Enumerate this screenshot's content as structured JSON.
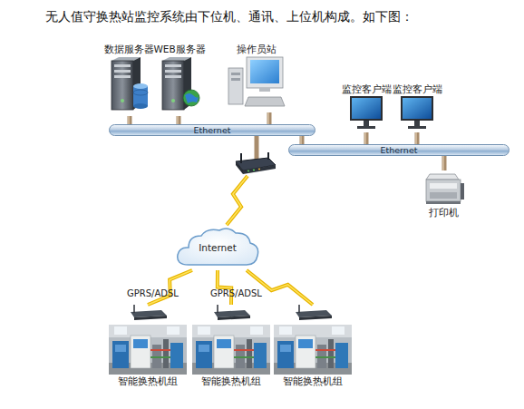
{
  "diagram": {
    "title": "无人值守换热站监控系统由下位机、通讯、上位机构成。如下图：",
    "nodes": [
      {
        "text": [
          "数据服务器"
        ]
      },
      {
        "text": [
          "WEB服务器"
        ]
      },
      {
        "text": [
          "操作员站"
        ]
      },
      {
        "text": [
          "监控客户端"
        ]
      },
      {
        "text": [
          "监控客户端"
        ]
      },
      {
        "text": [
          "Ethernet"
        ]
      },
      {
        "text": [
          "Ethernet"
        ]
      },
      {
        "text": [
          "打印机"
        ]
      },
      {
        "text": [
          "Internet"
        ]
      },
      {
        "text": [
          "智能换热机组"
        ]
      },
      {
        "text": [
          "智能换热机组"
        ]
      },
      {
        "text": [
          "智能换热机组"
        ]
      }
    ],
    "edges": [
      {
        "from": 0,
        "to": 5,
        "arrow": "none"
      },
      {
        "from": 1,
        "to": 5,
        "arrow": "none"
      },
      {
        "from": 2,
        "to": 5,
        "arrow": "none"
      },
      {
        "from": 5,
        "to": 6,
        "arrow": "none"
      },
      {
        "from": 3,
        "to": 6,
        "arrow": "none"
      },
      {
        "from": 4,
        "to": 6,
        "arrow": "none"
      },
      {
        "from": 6,
        "to": 7,
        "arrow": "none"
      },
      {
        "from": 5,
        "to": 8,
        "arrow": "none"
      },
      {
        "from": 8,
        "to": 9,
        "label": "GPRS/ADSL",
        "arrow": "none"
      },
      {
        "from": 8,
        "to": 10,
        "label": "GPRS/ADSL",
        "arrow": "none"
      },
      {
        "from": 8,
        "to": 11,
        "arrow": "none"
      }
    ]
  }
}
